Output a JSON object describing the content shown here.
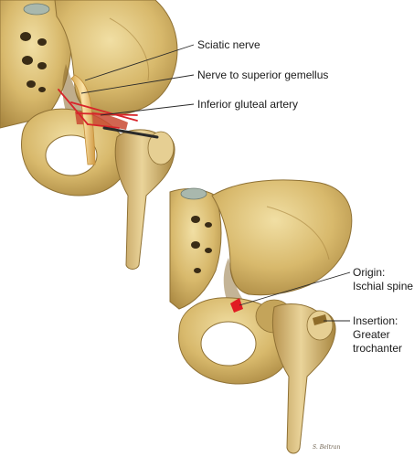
{
  "labels": {
    "sciatic_nerve": "Sciatic nerve",
    "nerve_to_superior_gemellus": "Nerve to superior gemellus",
    "inferior_gluteal_artery": "Inferior gluteal artery",
    "origin_line1": "Origin:",
    "origin_line2": "Ischial spine",
    "insertion_line1": "Insertion:",
    "insertion_line2": "Greater",
    "insertion_line3": "trochanter"
  },
  "signature": "S. Beltran",
  "colors": {
    "bone": "#d9bb6e",
    "bone_shadow": "#a8863f",
    "bone_highlight": "#efdca0",
    "disc": "#a9b8ad",
    "nerve": "#f2c77a",
    "artery": "#d8242a",
    "muscle": "#c94a32",
    "leader_line": "#2a2a2a",
    "text": "#1a1a1a"
  }
}
